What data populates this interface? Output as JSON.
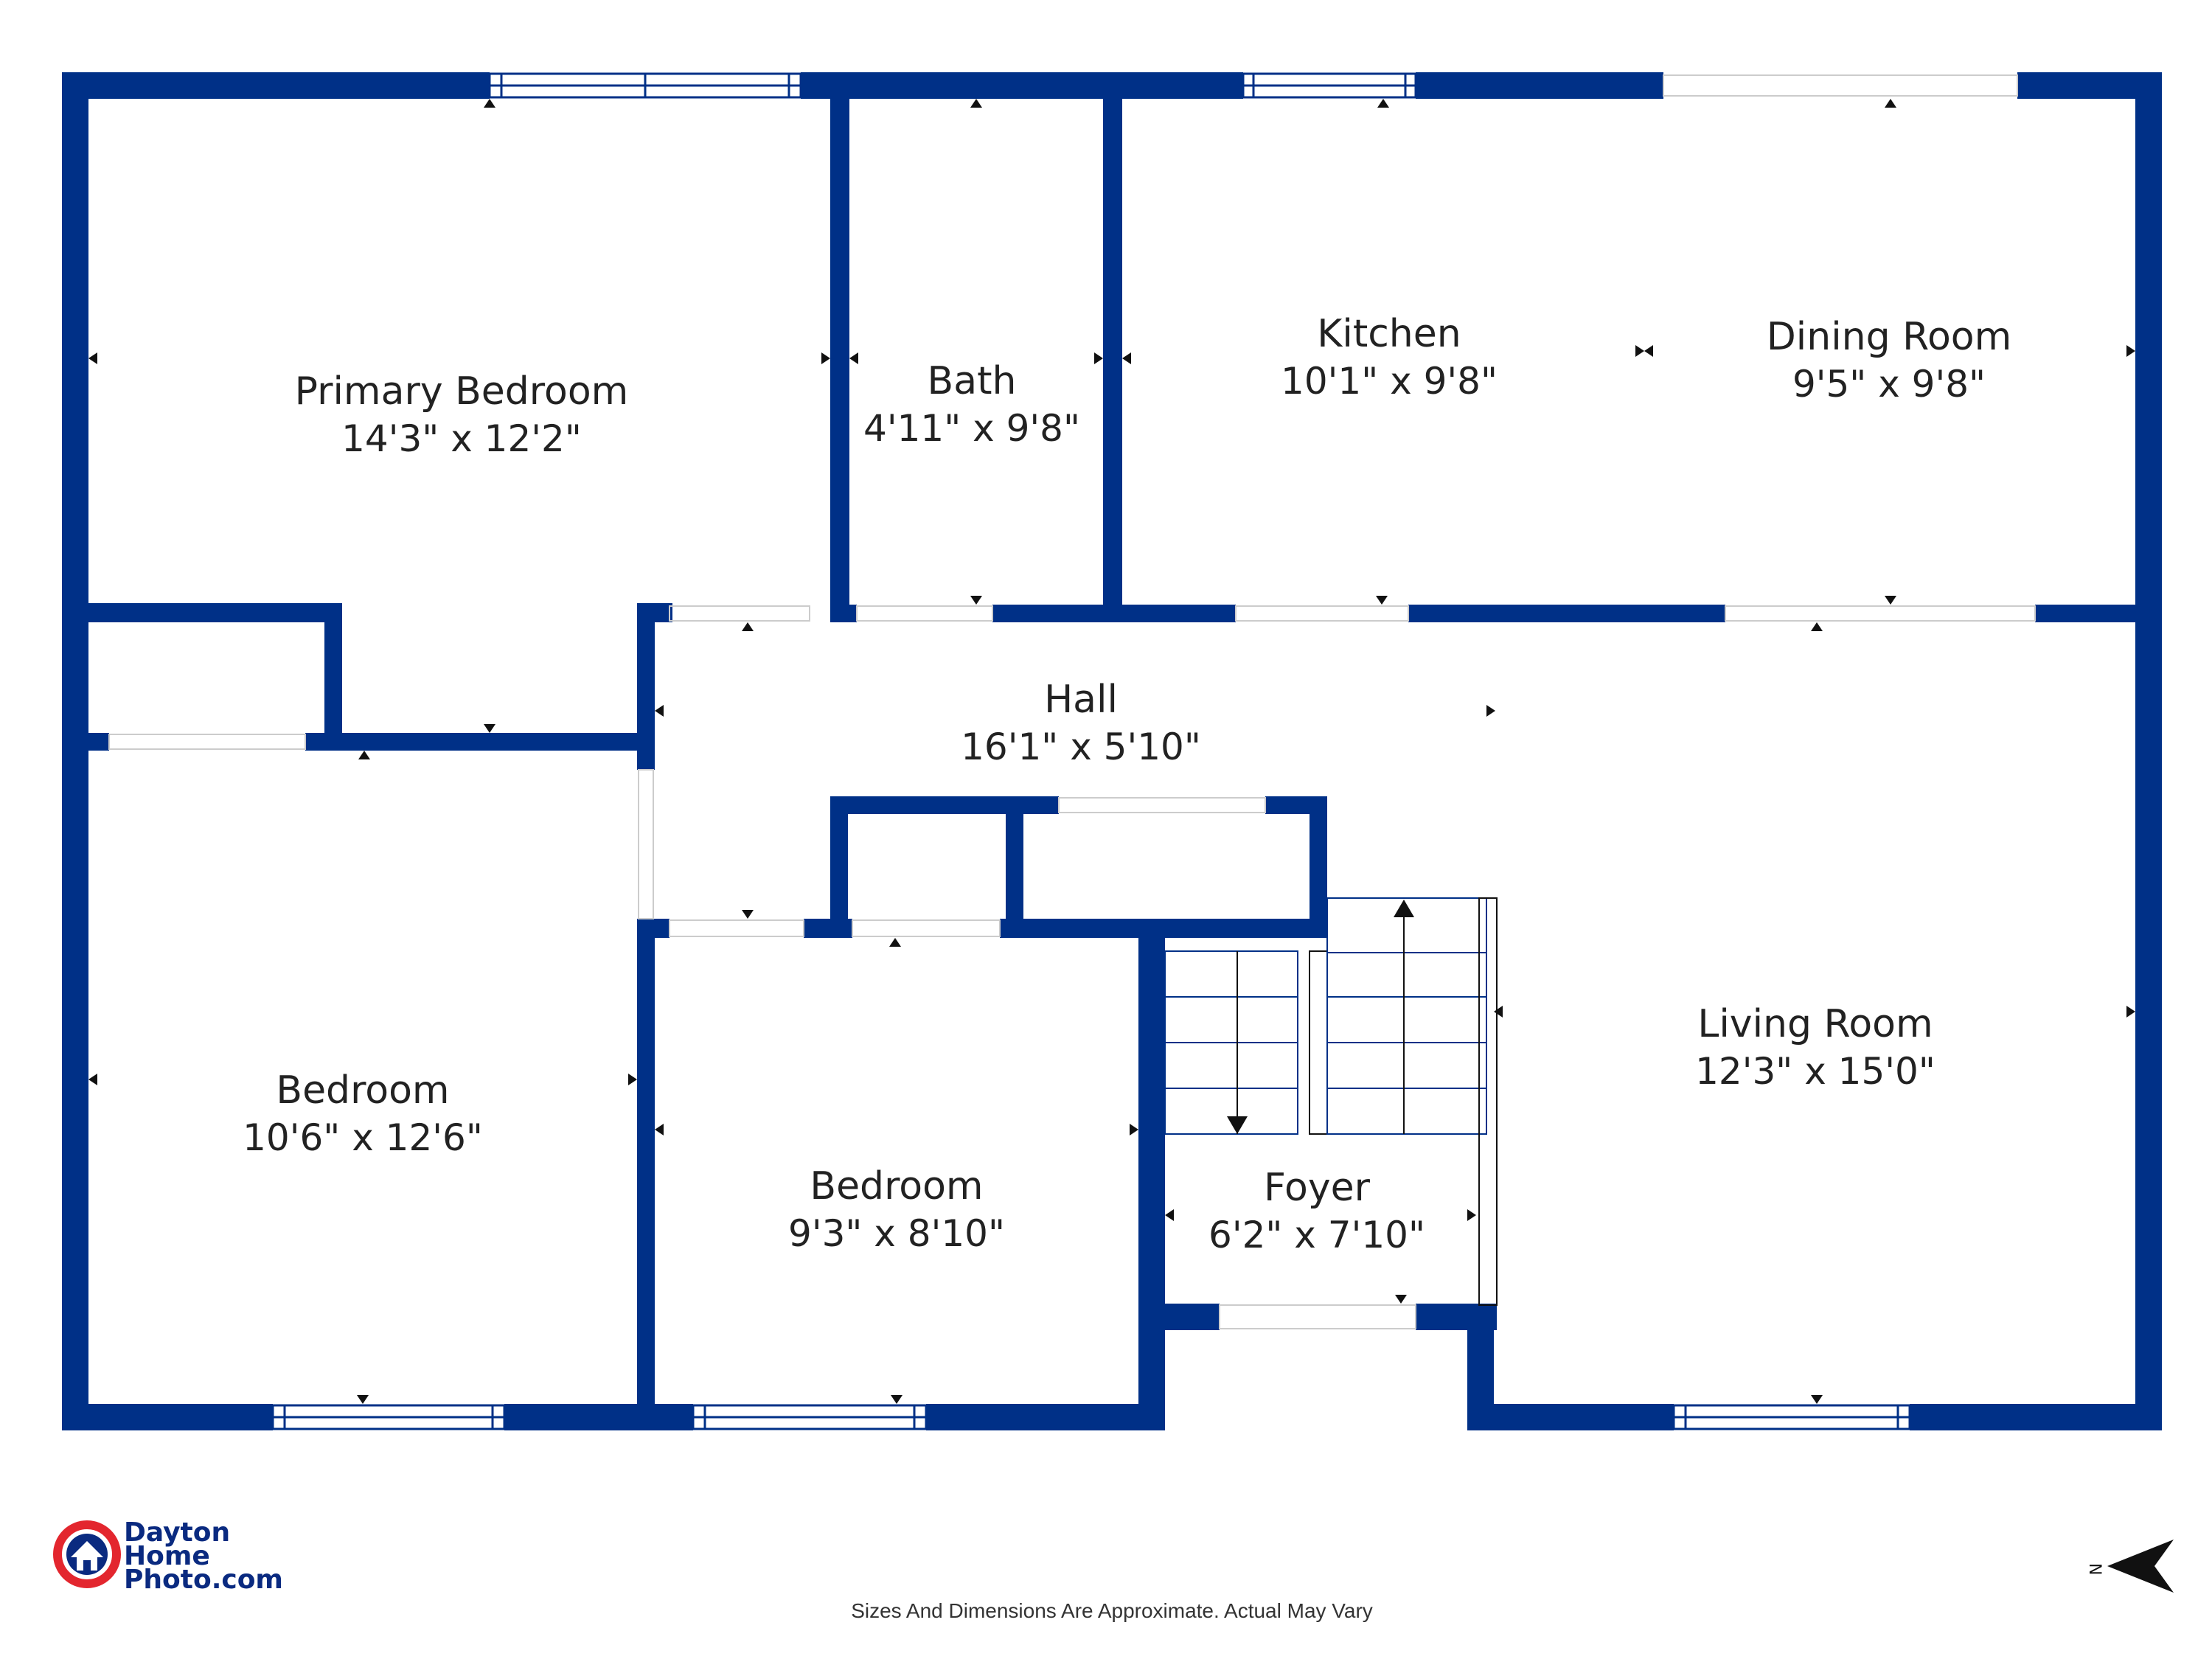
{
  "colors": {
    "wall": "#003087",
    "window": "#003087",
    "marker": "#111111",
    "logo_red": "#e3262e",
    "logo_blue": "#0a2a80"
  },
  "rooms": {
    "primary_bedroom": {
      "name": "Primary Bedroom",
      "dims": "14'3\" x 12'2\""
    },
    "bath": {
      "name": "Bath",
      "dims": "4'11\" x 9'8\""
    },
    "kitchen": {
      "name": "Kitchen",
      "dims": "10'1\" x 9'8\""
    },
    "dining_room": {
      "name": "Dining Room",
      "dims": "9'5\" x 9'8\""
    },
    "hall": {
      "name": "Hall",
      "dims": "16'1\" x 5'10\""
    },
    "bedroom_left": {
      "name": "Bedroom",
      "dims": "10'6\" x 12'6\""
    },
    "bedroom_middle": {
      "name": "Bedroom",
      "dims": "9'3\" x 8'10\""
    },
    "foyer": {
      "name": "Foyer",
      "dims": "6'2\" x 7'10\""
    },
    "living_room": {
      "name": "Living Room",
      "dims": "12'3\" x 15'0\""
    }
  },
  "logo": {
    "line1": "Dayton",
    "line2": "Home",
    "line3": "Photo.com",
    "icon": "house-in-circle-icon"
  },
  "disclaimer": "Sizes And Dimensions Are Approximate. Actual May Vary",
  "compass": {
    "letter": "N",
    "icon": "north-arrow-icon"
  }
}
